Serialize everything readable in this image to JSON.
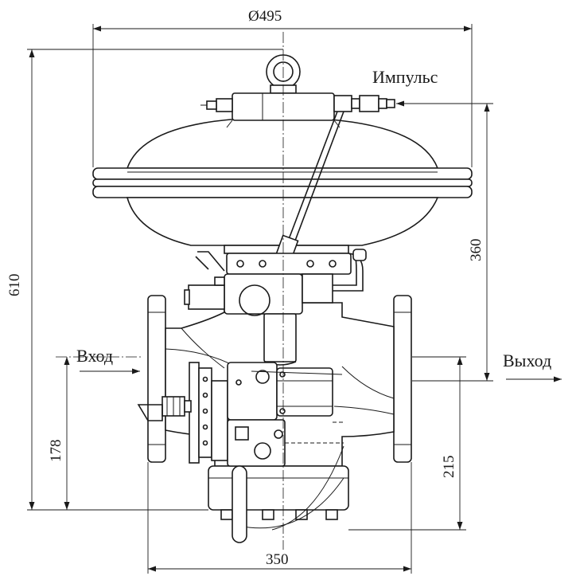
{
  "labels": {
    "inlet": "Вход",
    "outlet": "Выход",
    "impulse": "Импульс"
  },
  "dimensions": {
    "diameter": "Ø495",
    "total_height": "610",
    "diaphragm_height": "360",
    "inlet_axis_height": "178",
    "outlet_axis_height": "215",
    "flange_length": "350"
  }
}
